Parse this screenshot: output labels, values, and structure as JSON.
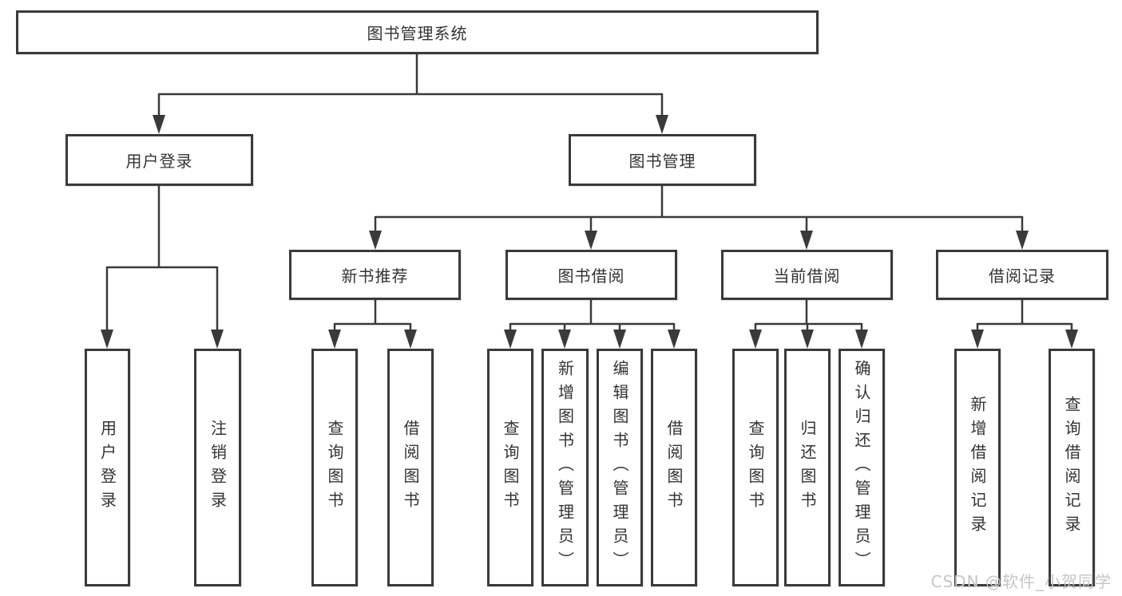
{
  "diagram": {
    "nodes": {
      "root": "图书管理系统",
      "login": "用户登录",
      "mgmt": "图书管理",
      "rec": "新书推荐",
      "borrow": "图书借阅",
      "current": "当前借阅",
      "record": "借阅记录",
      "leaf_login": "用户登录",
      "leaf_logout": "注销登录",
      "rec_query": "查询图书",
      "rec_borrow": "借阅图书",
      "bor_query": "查询图书",
      "bor_add": "新增图书（管理员）",
      "bor_edit": "编辑图书（管理员）",
      "bor_borrow": "借阅图书",
      "cur_query": "查询图书",
      "cur_return": "归还图书",
      "cur_confirm": "确认归还（管理员）",
      "recd_add": "新增借阅记录",
      "recd_query": "查询借阅记录"
    },
    "hierarchy": {
      "图书管理系统": {
        "用户登录": [
          "用户登录",
          "注销登录"
        ],
        "图书管理": {
          "新书推荐": [
            "查询图书",
            "借阅图书"
          ],
          "图书借阅": [
            "查询图书",
            "新增图书（管理员）",
            "编辑图书（管理员）",
            "借阅图书"
          ],
          "当前借阅": [
            "查询图书",
            "归还图书",
            "确认归还（管理员）"
          ],
          "借阅记录": [
            "新增借阅记录",
            "查询借阅记录"
          ]
        }
      }
    },
    "watermark": "CSDN @软件_小贺同学",
    "colors": {
      "line": "#3a3a3a",
      "text": "#333333",
      "watermark": "#c5c5c5",
      "background": "#ffffff"
    }
  }
}
